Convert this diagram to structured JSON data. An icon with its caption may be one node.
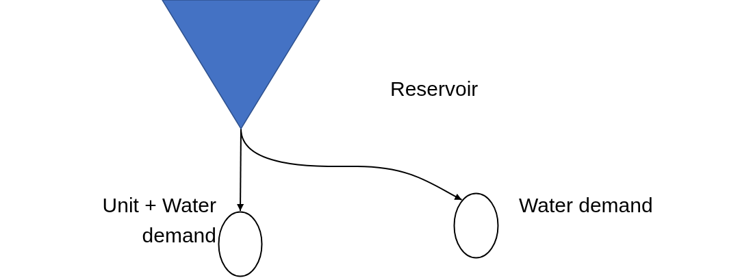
{
  "diagram": {
    "nodes": [
      {
        "text": [],
        "shape": "triangle",
        "beside": [
          "Reservoir"
        ]
      },
      {
        "text": [],
        "shape": "circle",
        "beside": [
          "Unit + Water demand"
        ]
      },
      {
        "text": [],
        "shape": "circle",
        "beside": [
          "Water demand"
        ]
      }
    ],
    "edges": [
      {
        "from": 0,
        "to": 1,
        "arrow": "to"
      },
      {
        "from": 0,
        "to": 2,
        "arrow": "to"
      }
    ]
  }
}
